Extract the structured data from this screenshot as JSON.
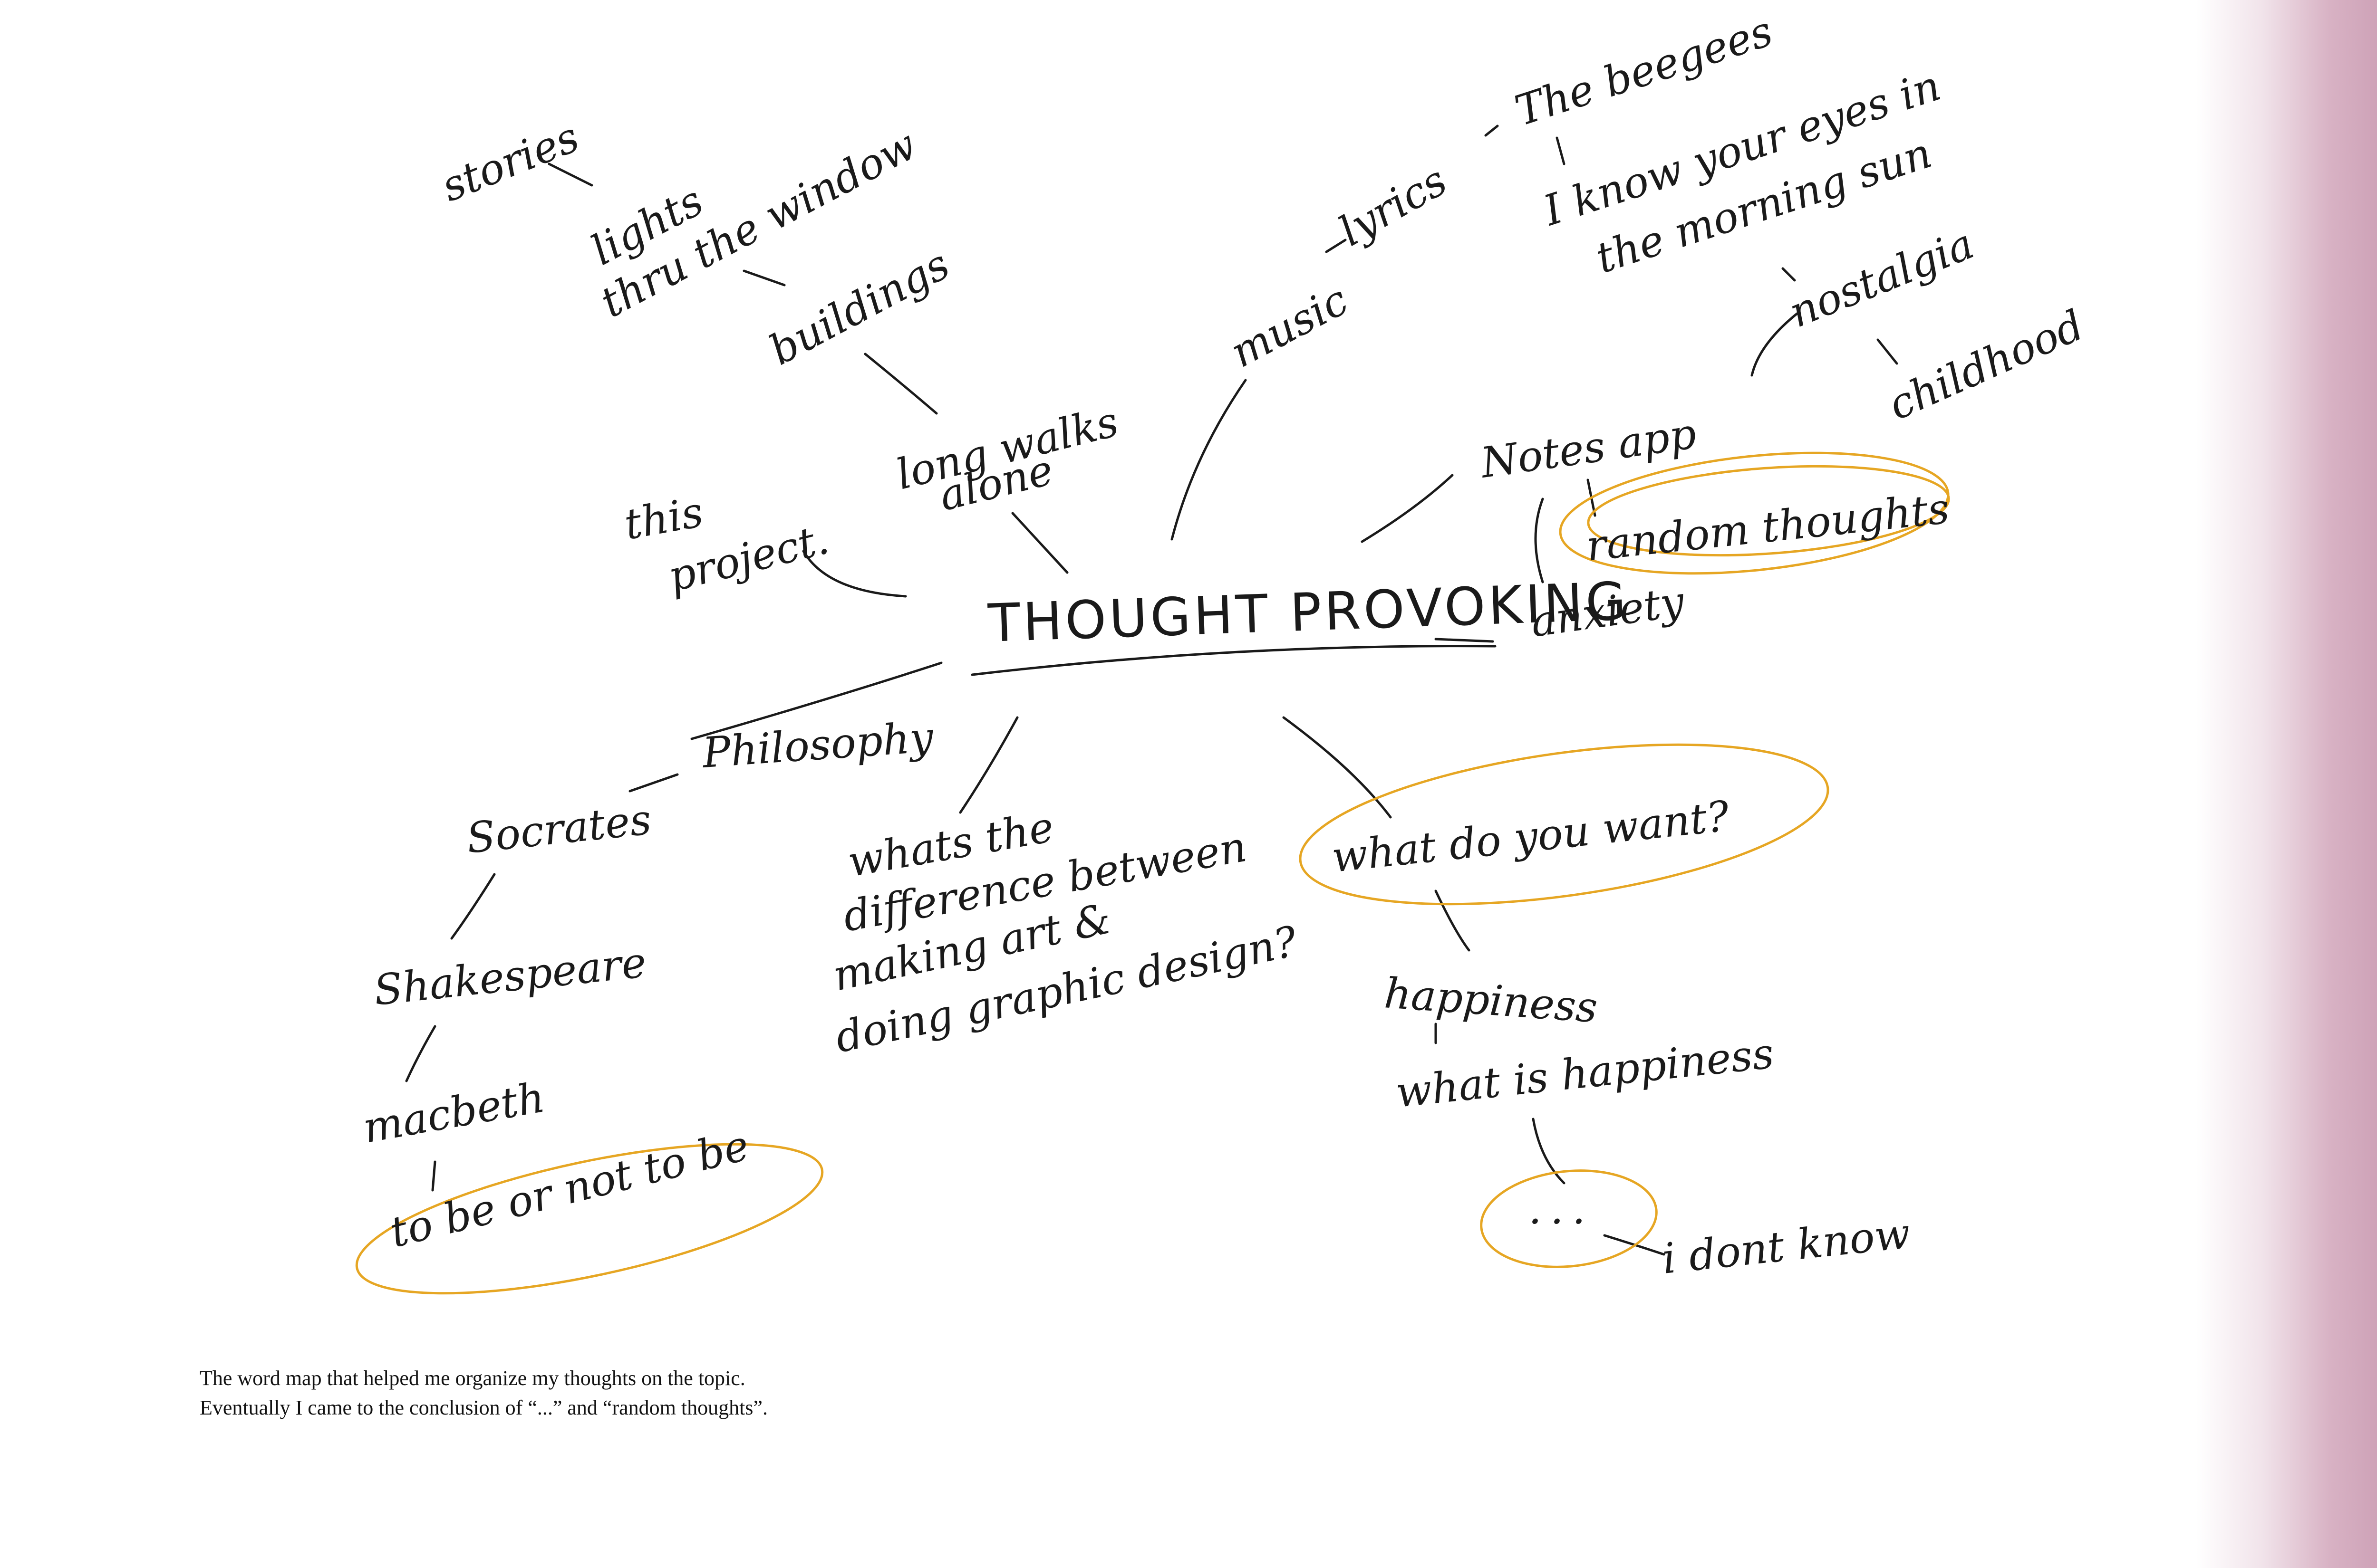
{
  "center": "THOUGHT PROVOKING",
  "nodes": {
    "stories": "stories",
    "lights": "lights",
    "window": "thru the window",
    "buildings": "buildings",
    "walks1": "long walks",
    "walks2": "alone",
    "project1": "this",
    "project2": "project.",
    "music": "music",
    "lyrics": "lyrics",
    "beegees": "The beegees",
    "song1": "I know your eyes in",
    "song2": "the morning sun",
    "nostalgia": "nostalgia",
    "childhood": "childhood",
    "notes": "Notes app",
    "random": "random thoughts",
    "anxiety": "anxiety",
    "philosophy": "Philosophy",
    "socrates": "Socrates",
    "shakespeare": "Shakespeare",
    "macbeth": "macbeth",
    "tobe": "to be or not to be",
    "diff1": "whats the",
    "diff2": "difference between",
    "diff3": "making art &",
    "diff4": "doing graphic design?",
    "want": "what do you want?",
    "happiness": "happiness",
    "whatis": "what is happiness",
    "dots": "...",
    "dontknow": "i dont know"
  },
  "caption": {
    "line1": "The word map that helped me organize my thoughts on the topic.",
    "line2": "Eventually I came to the conclusion of “...” and “random thoughts”."
  },
  "colors": {
    "highlight": "#e6a623",
    "ink": "#1a1a1a",
    "edge": "#c493ab"
  }
}
